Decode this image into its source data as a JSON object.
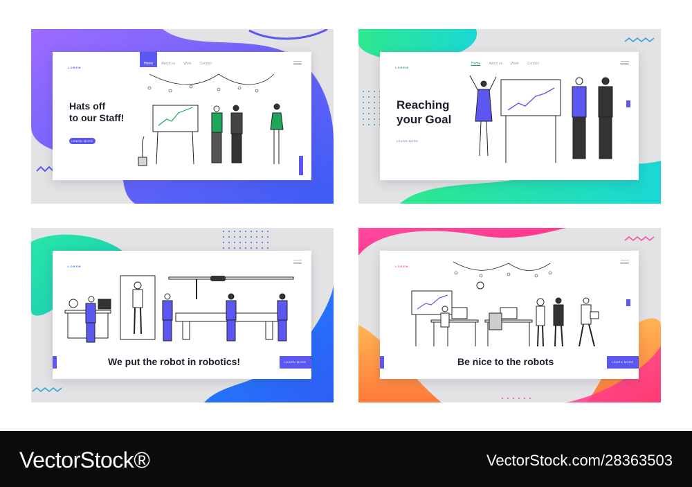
{
  "colors": {
    "accent": "#5b57f0",
    "accent_blue": "#2f7cf6",
    "teal": "#1ee6b0",
    "magenta": "#ff3fa8",
    "orange": "#ffa64a",
    "panel_bg": "#e3e3e5",
    "footer_bg": "#0b0b0b"
  },
  "panels": [
    {
      "logo": "LOREM",
      "nav": [
        "Home",
        "About us",
        "Work",
        "Contact"
      ],
      "headline_line1": "Hats off",
      "headline_line2": "to our Staff!",
      "cta": "LEARN MORE"
    },
    {
      "logo": "LOREM",
      "nav": [
        "Home",
        "About us",
        "Work",
        "Contact"
      ],
      "headline_line1": "Reaching",
      "headline_line2": "your Goal",
      "cta": "LEARN MORE"
    },
    {
      "logo": "LOREM",
      "headline": "We put the robot in robotics!",
      "cta": "LEARN MORE"
    },
    {
      "logo": "LOREM",
      "headline": "Be nice to the robots",
      "cta": "LEARN MORE"
    }
  ],
  "footer": {
    "brand": "VectorStock®",
    "id_text": "VectorStock.com/28363503"
  }
}
